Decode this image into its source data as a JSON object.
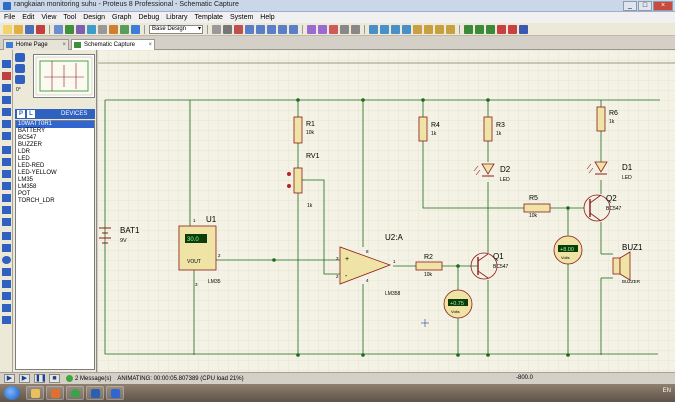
{
  "window": {
    "title": "rangkaian monitoring suhu - Proteus 8 Professional - Schematic Capture",
    "controls": [
      "_",
      "□",
      "×"
    ]
  },
  "menu": [
    "File",
    "Edit",
    "View",
    "Tool",
    "Design",
    "Graph",
    "Debug",
    "Library",
    "Template",
    "System",
    "Help"
  ],
  "toolbar": {
    "variant_dropdown": "Base Design"
  },
  "tabs": [
    {
      "label": "Home Page",
      "close": "×",
      "active": false
    },
    {
      "label": "Schematic Capture",
      "close": "×",
      "active": true
    }
  ],
  "panel": {
    "zoom_label": "0°",
    "pick_button": "P",
    "lib_button": "L",
    "devices_title": "DEVICES",
    "devices": [
      "10WATT0R1",
      "BATTERY",
      "BC547",
      "BUZZER",
      "LDR",
      "LED",
      "LED-RED",
      "LED-YELLOW",
      "LM35",
      "LM358",
      "POT",
      "TORCH_LDR"
    ],
    "selected_index": 0
  },
  "schematic": {
    "bat1_label": "BAT1",
    "bat1_value": "9V",
    "u1_label": "U1",
    "u1_display": "30.0",
    "u1_pin": "VOUT",
    "u1_part": "LM35",
    "u1_pin1": "1",
    "u1_pin2": "2",
    "u1_pin3": "3",
    "r1_label": "R1",
    "r1_value": "10k",
    "rv1_label": "RV1",
    "rv1_value": "1k",
    "u2_label": "U2:A",
    "u2_part": "LM358",
    "u2_pin3": "3",
    "u2_pin2": "2",
    "u2_pin1": "1",
    "u2_pin8": "8",
    "u2_pin4": "4",
    "r2_label": "R2",
    "r2_value": "10k",
    "q1_label": "Q1",
    "q1_part": "BC547",
    "r4_label": "R4",
    "r4_value": "1k",
    "r3_label": "R3",
    "r3_value": "1k",
    "d2_label": "D2",
    "d2_part": "LED",
    "r5_label": "R5",
    "r5_value": "10k",
    "r6_label": "R6",
    "r6_value": "1k",
    "d1_label": "D1",
    "d1_part": "LED",
    "q2_label": "Q2",
    "q2_part": "BC547",
    "buz1_label": "BUZ1",
    "buz1_part": "BUZZER",
    "voltmeter1_value": "+0.75",
    "voltmeter2_value": "+8.00",
    "voltmeter_unit": "Volts",
    "plus": "+",
    "minus": "-"
  },
  "status": {
    "messages": "2 Message(s)",
    "animating": "ANIMATING: 00:00:05.807389 (CPU load 21%)",
    "coordinate": "-800.0"
  },
  "taskbar": {
    "lang": "EN",
    "colors": {
      "start": "#1a56b8",
      "accent": "#3166d1",
      "meter": "#2a8a2a"
    }
  }
}
